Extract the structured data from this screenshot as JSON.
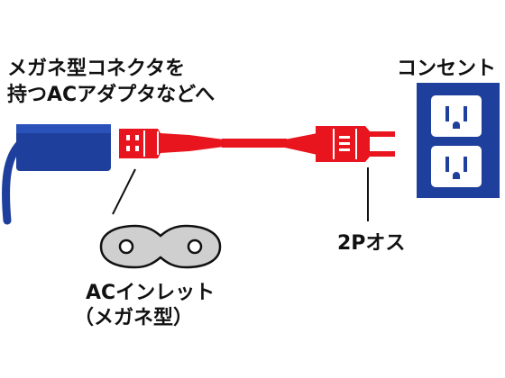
{
  "labels": {
    "device_line1": "メガネ型コネクタを",
    "device_line2": "持つACアダプタなどへ",
    "outlet": "コンセント",
    "plug": "2Pオス",
    "inlet_line1": "ACインレット",
    "inlet_line2": "（メガネ型）"
  },
  "colors": {
    "cable_red": "#e8141e",
    "adapter_blue": "#1e3f9c",
    "outlet_blue": "#1e3f9c",
    "receptacle_white": "#ffffff",
    "inlet_grey": "#cfcfcf",
    "text": "#111111"
  },
  "icons": {
    "adapter": "ac-adapter-icon",
    "connector": "figure8-connector-icon",
    "plug": "two-prong-plug-icon",
    "outlet": "wall-outlet-icon",
    "inlet": "figure8-inlet-icon"
  }
}
